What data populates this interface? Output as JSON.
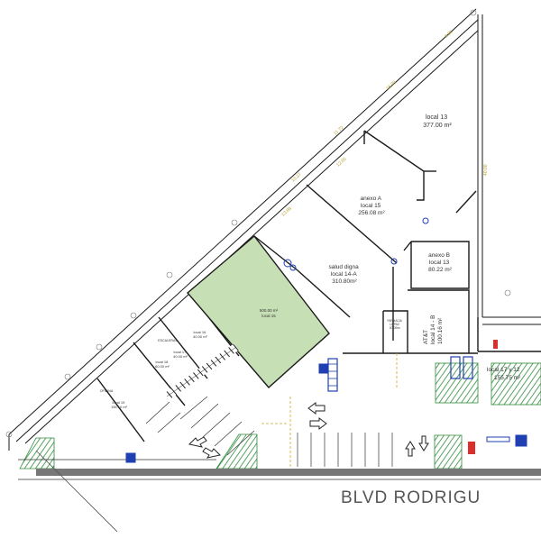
{
  "street_name": "BLVD RODRIGU",
  "highlighted_local": {
    "area": "500.00 m²",
    "name": "local 15",
    "fill": "#c6dfb4"
  },
  "locals": [
    {
      "id": "local-13",
      "lines": [
        "local 13",
        "377.00 m²"
      ]
    },
    {
      "id": "anexo-a",
      "lines": [
        "anexo A",
        "local 15",
        "256.08 m²"
      ]
    },
    {
      "id": "salud-digna",
      "lines": [
        "salud digna",
        "local 14-A",
        "310.80m²"
      ]
    },
    {
      "id": "anexo-b",
      "lines": [
        "anexo B",
        "local 13",
        "80.22 m²"
      ]
    },
    {
      "id": "farmacia",
      "lines": [
        "FARMACIA",
        "LA PAZ",
        "87.00m²"
      ]
    },
    {
      "id": "att",
      "lines": [
        "AT&T",
        "local 14 - B",
        "100.16 m²"
      ]
    },
    {
      "id": "local-17",
      "lines": [
        "local 17 y 12",
        "155.75 m²"
      ]
    },
    {
      "id": "local-16",
      "lines": [
        "local 16",
        "40.00 m²"
      ]
    },
    {
      "id": "local-17b",
      "lines": [
        "local 17",
        "40.00 m²"
      ]
    },
    {
      "id": "local-18",
      "lines": [
        "local 18",
        "60.00 m²"
      ]
    },
    {
      "id": "local-19",
      "lines": [
        "local 19",
        "155.10 m²"
      ]
    }
  ],
  "small_labels": {
    "oficina": "OFICINA",
    "escaleras": "ESCALERAS"
  },
  "colors": {
    "line": "#1a1a1a",
    "accent_green": "#2e8b3a",
    "accent_blue": "#1f3fb3",
    "accent_red": "#d9302b",
    "dimension": "#b59b2a"
  }
}
